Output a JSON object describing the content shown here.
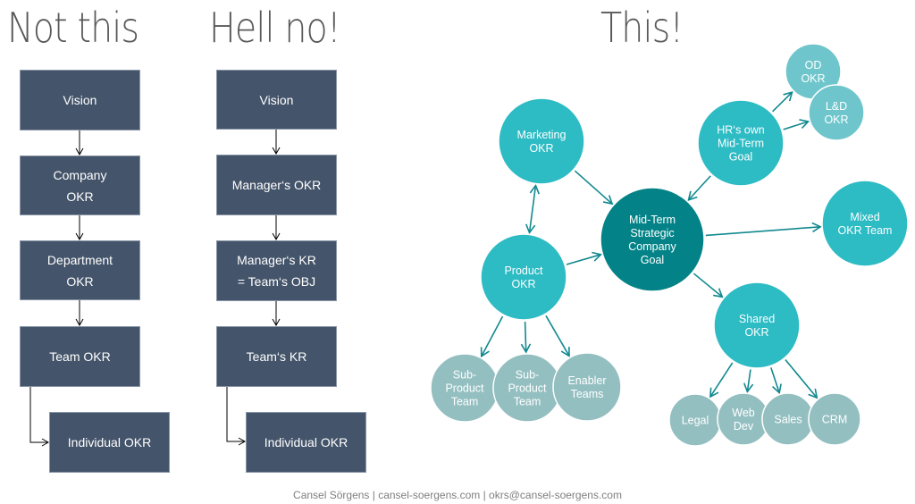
{
  "titles": {
    "not_this": "Not this",
    "hell_no": "Hell no!",
    "this": "This!"
  },
  "column1": {
    "boxes": [
      "Vision",
      "Company\nOKR",
      "Department\nOKR",
      "Team OKR",
      "Individual OKR"
    ]
  },
  "column2": {
    "boxes": [
      "Vision",
      "Manager‘s OKR",
      "Manager‘s KR\n= Team‘s OBJ",
      "Team‘s KR",
      "Individual OKR"
    ]
  },
  "network": {
    "colors": {
      "center": "#038387",
      "primary": "#2dbbc4",
      "secondary": "#94bfc1",
      "light": "#6ec6cc",
      "arrow": "#11898f"
    },
    "nodes": [
      {
        "id": "center",
        "label": [
          "Mid-Term",
          "Strategic",
          "Company",
          "Goal"
        ],
        "style": "center"
      },
      {
        "id": "marketing",
        "label": [
          "Marketing",
          "OKR"
        ],
        "style": "primary"
      },
      {
        "id": "product",
        "label": [
          "Product",
          "OKR"
        ],
        "style": "primary"
      },
      {
        "id": "hr",
        "label": [
          "HR‘s own",
          "Mid-Term",
          "Goal"
        ],
        "style": "primary"
      },
      {
        "id": "od",
        "label": [
          "OD",
          "OKR"
        ],
        "style": "light"
      },
      {
        "id": "ld",
        "label": [
          "L&D",
          "OKR"
        ],
        "style": "light"
      },
      {
        "id": "mixed",
        "label": [
          "Mixed",
          "OKR Team"
        ],
        "style": "primary"
      },
      {
        "id": "shared",
        "label": [
          "Shared",
          "OKR"
        ],
        "style": "primary"
      },
      {
        "id": "subproduct1",
        "label": [
          "Sub-",
          "Product",
          "Team"
        ],
        "style": "secondary"
      },
      {
        "id": "subproduct2",
        "label": [
          "Sub-",
          "Product",
          "Team"
        ],
        "style": "secondary"
      },
      {
        "id": "enabler",
        "label": [
          "Enabler",
          "Teams"
        ],
        "style": "secondary"
      },
      {
        "id": "legal",
        "label": [
          "Legal"
        ],
        "style": "secondary"
      },
      {
        "id": "webdev",
        "label": [
          "Web",
          "Dev"
        ],
        "style": "secondary"
      },
      {
        "id": "sales",
        "label": [
          "Sales"
        ],
        "style": "secondary"
      },
      {
        "id": "crm",
        "label": [
          "CRM"
        ],
        "style": "secondary"
      }
    ],
    "edges": [
      {
        "from": "marketing",
        "to": "center"
      },
      {
        "from": "product",
        "to": "center"
      },
      {
        "from": "marketing",
        "to": "product",
        "bidirectional": true
      },
      {
        "from": "hr",
        "to": "center"
      },
      {
        "from": "hr",
        "to": "od"
      },
      {
        "from": "hr",
        "to": "ld"
      },
      {
        "from": "center",
        "to": "mixed"
      },
      {
        "from": "center",
        "to": "shared"
      },
      {
        "from": "product",
        "to": "subproduct1"
      },
      {
        "from": "product",
        "to": "subproduct2"
      },
      {
        "from": "product",
        "to": "enabler"
      },
      {
        "from": "shared",
        "to": "legal"
      },
      {
        "from": "shared",
        "to": "webdev"
      },
      {
        "from": "shared",
        "to": "sales"
      },
      {
        "from": "shared",
        "to": "crm"
      }
    ]
  },
  "footer": "Cansel Sörgens | cansel-soergens.com | okrs@cansel-soergens.com"
}
